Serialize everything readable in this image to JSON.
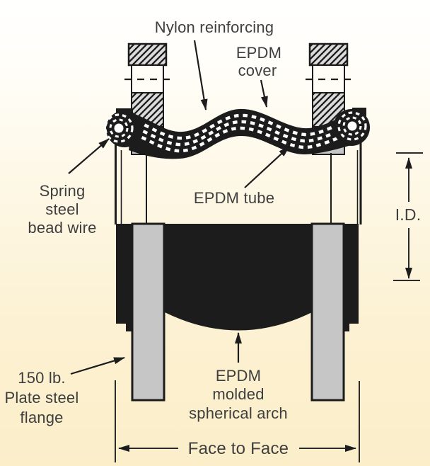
{
  "labels": {
    "nylon_reinforcing": "Nylon reinforcing",
    "epdm_cover": [
      "EPDM",
      "cover"
    ],
    "spring_steel_bead_wire": [
      "Spring",
      "steel",
      "bead wire"
    ],
    "epdm_tube": "EPDM tube",
    "inner_diameter": "I.D.",
    "plate_steel_flange": [
      "150 lb.",
      "Plate steel",
      "flange"
    ],
    "molded_spherical_arch": [
      "EPDM",
      "molded",
      "spherical arch"
    ],
    "face_to_face": "Face to Face"
  },
  "colors": {
    "background_top": "#ffffff",
    "background_bottom": "#fbeec9",
    "ink": "#1c1c1c",
    "steel_gray": "#c6c6c6",
    "hatch_gray": "#dcdcdc",
    "text": "#3e3e3e"
  }
}
